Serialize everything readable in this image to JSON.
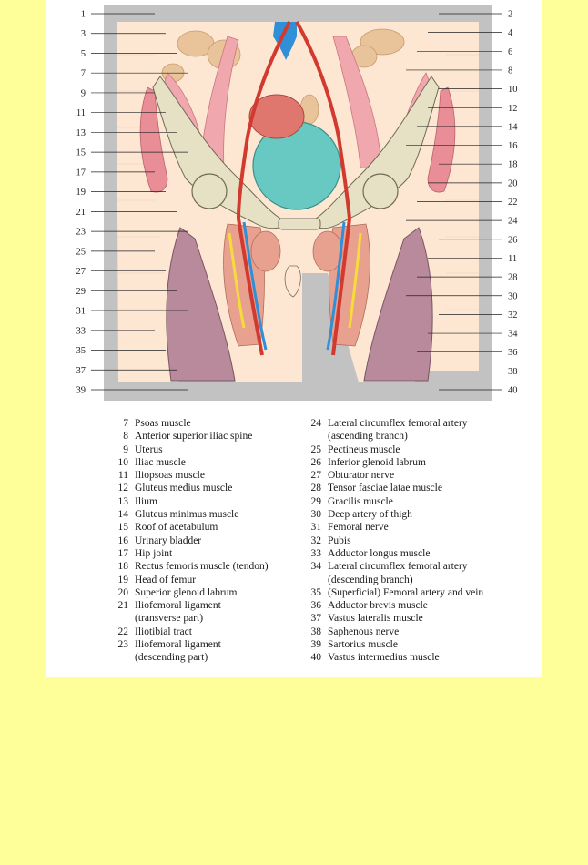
{
  "callouts_left": [
    "1",
    "3",
    "5",
    "7",
    "9",
    "11",
    "13",
    "15",
    "17",
    "19",
    "21",
    "23",
    "25",
    "27",
    "29",
    "31",
    "33",
    "35",
    "37",
    "39"
  ],
  "callouts_right": [
    "2",
    "4",
    "6",
    "8",
    "10",
    "12",
    "14",
    "16",
    "18",
    "20",
    "22",
    "24",
    "26",
    "11",
    "28",
    "30",
    "32",
    "34",
    "36",
    "38",
    "40"
  ],
  "legend_left": [
    {
      "num": "7",
      "text": "Psoas muscle"
    },
    {
      "num": "8",
      "text": "Anterior superior iliac spine"
    },
    {
      "num": "9",
      "text": "Uterus"
    },
    {
      "num": "10",
      "text": "Iliac muscle"
    },
    {
      "num": "11",
      "text": "Iliopsoas muscle"
    },
    {
      "num": "12",
      "text": "Gluteus medius muscle"
    },
    {
      "num": "13",
      "text": "Ilium"
    },
    {
      "num": "14",
      "text": "Gluteus minimus muscle"
    },
    {
      "num": "15",
      "text": "Roof of acetabulum"
    },
    {
      "num": "16",
      "text": "Urinary bladder"
    },
    {
      "num": "17",
      "text": "Hip joint"
    },
    {
      "num": "18",
      "text": "Rectus femoris muscle (tendon)"
    },
    {
      "num": "19",
      "text": "Head of femur"
    },
    {
      "num": "20",
      "text": "Superior glenoid labrum"
    },
    {
      "num": "21",
      "text": "Iliofemoral ligament\n(transverse part)"
    },
    {
      "num": "22",
      "text": "Iliotibial tract"
    },
    {
      "num": "23",
      "text": "Iliofemoral ligament\n(descending part)"
    }
  ],
  "legend_right": [
    {
      "num": "24",
      "text": "Lateral circumflex femoral artery\n(ascending branch)"
    },
    {
      "num": "25",
      "text": "Pectineus muscle"
    },
    {
      "num": "26",
      "text": "Inferior glenoid labrum"
    },
    {
      "num": "27",
      "text": "Obturator nerve"
    },
    {
      "num": "28",
      "text": "Tensor fasciae latae muscle"
    },
    {
      "num": "29",
      "text": "Gracilis muscle"
    },
    {
      "num": "30",
      "text": "Deep artery of thigh"
    },
    {
      "num": "31",
      "text": "Femoral nerve"
    },
    {
      "num": "32",
      "text": "Pubis"
    },
    {
      "num": "33",
      "text": "Adductor longus muscle"
    },
    {
      "num": "34",
      "text": "Lateral circumflex femoral artery\n(descending branch)"
    },
    {
      "num": "35",
      "text": "(Superficial) Femoral artery and vein"
    },
    {
      "num": "36",
      "text": "Adductor brevis muscle"
    },
    {
      "num": "37",
      "text": "Vastus lateralis muscle"
    },
    {
      "num": "38",
      "text": "Saphenous nerve"
    },
    {
      "num": "39",
      "text": "Sartorius muscle"
    },
    {
      "num": "40",
      "text": "Vastus intermedius muscle"
    }
  ],
  "colors": {
    "page_background": "#ffff99",
    "frame_gray": "#c2c2c2",
    "skin": "#fde7d2",
    "bone": "#e6e1c4",
    "muscle_pink": "#f0a7ad",
    "thigh_muscle": "#b88a9c",
    "artery": "#d23a2f",
    "vein": "#2f8fd8",
    "bladder": "#67c9c2",
    "uterus": "#e0776f",
    "nerve": "#f5dc3a",
    "bowel": "#e9c49b"
  }
}
